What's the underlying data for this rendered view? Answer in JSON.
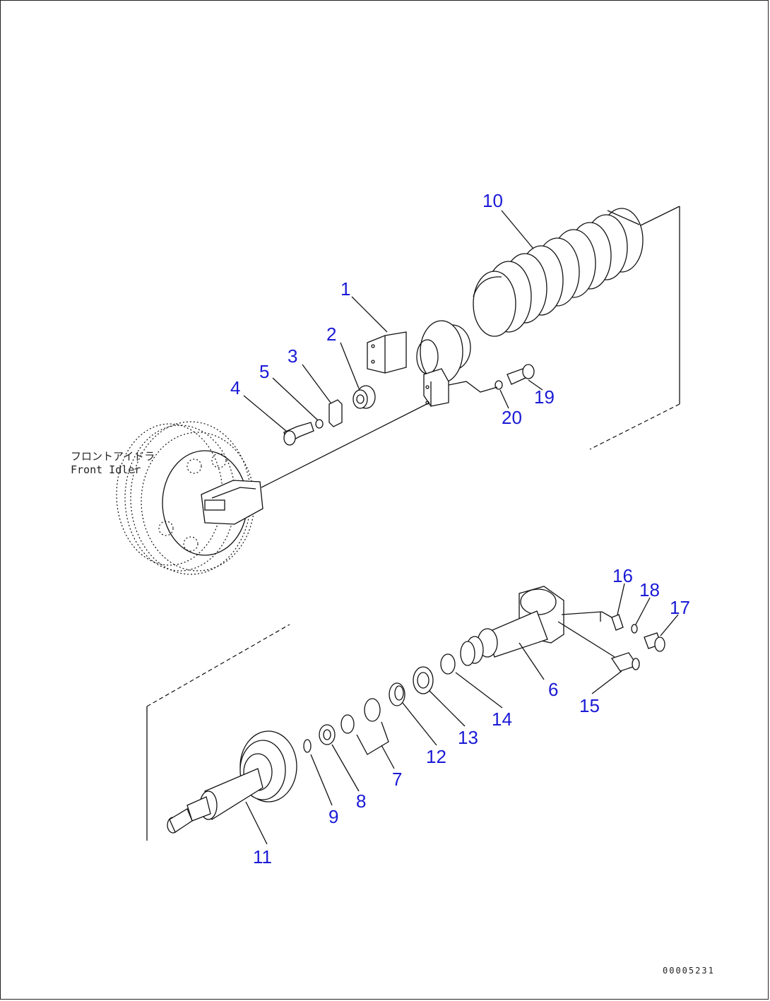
{
  "callouts": {
    "p1": "1",
    "p2": "2",
    "p3": "3",
    "p4": "4",
    "p5": "5",
    "p6": "6",
    "p7": "7",
    "p8": "8",
    "p9": "9",
    "p10": "10",
    "p11": "11",
    "p12": "12",
    "p13": "13",
    "p14": "14",
    "p15": "15",
    "p16": "16",
    "p17": "17",
    "p18": "18",
    "p19": "19",
    "p20": "20"
  },
  "assembly_label_jp": "フロントアイドラ",
  "assembly_label_en": "Front Idler",
  "document_id": "00005231",
  "colors": {
    "callout": "#1a1ad6",
    "line": "#111111",
    "background": "#ffffff"
  }
}
